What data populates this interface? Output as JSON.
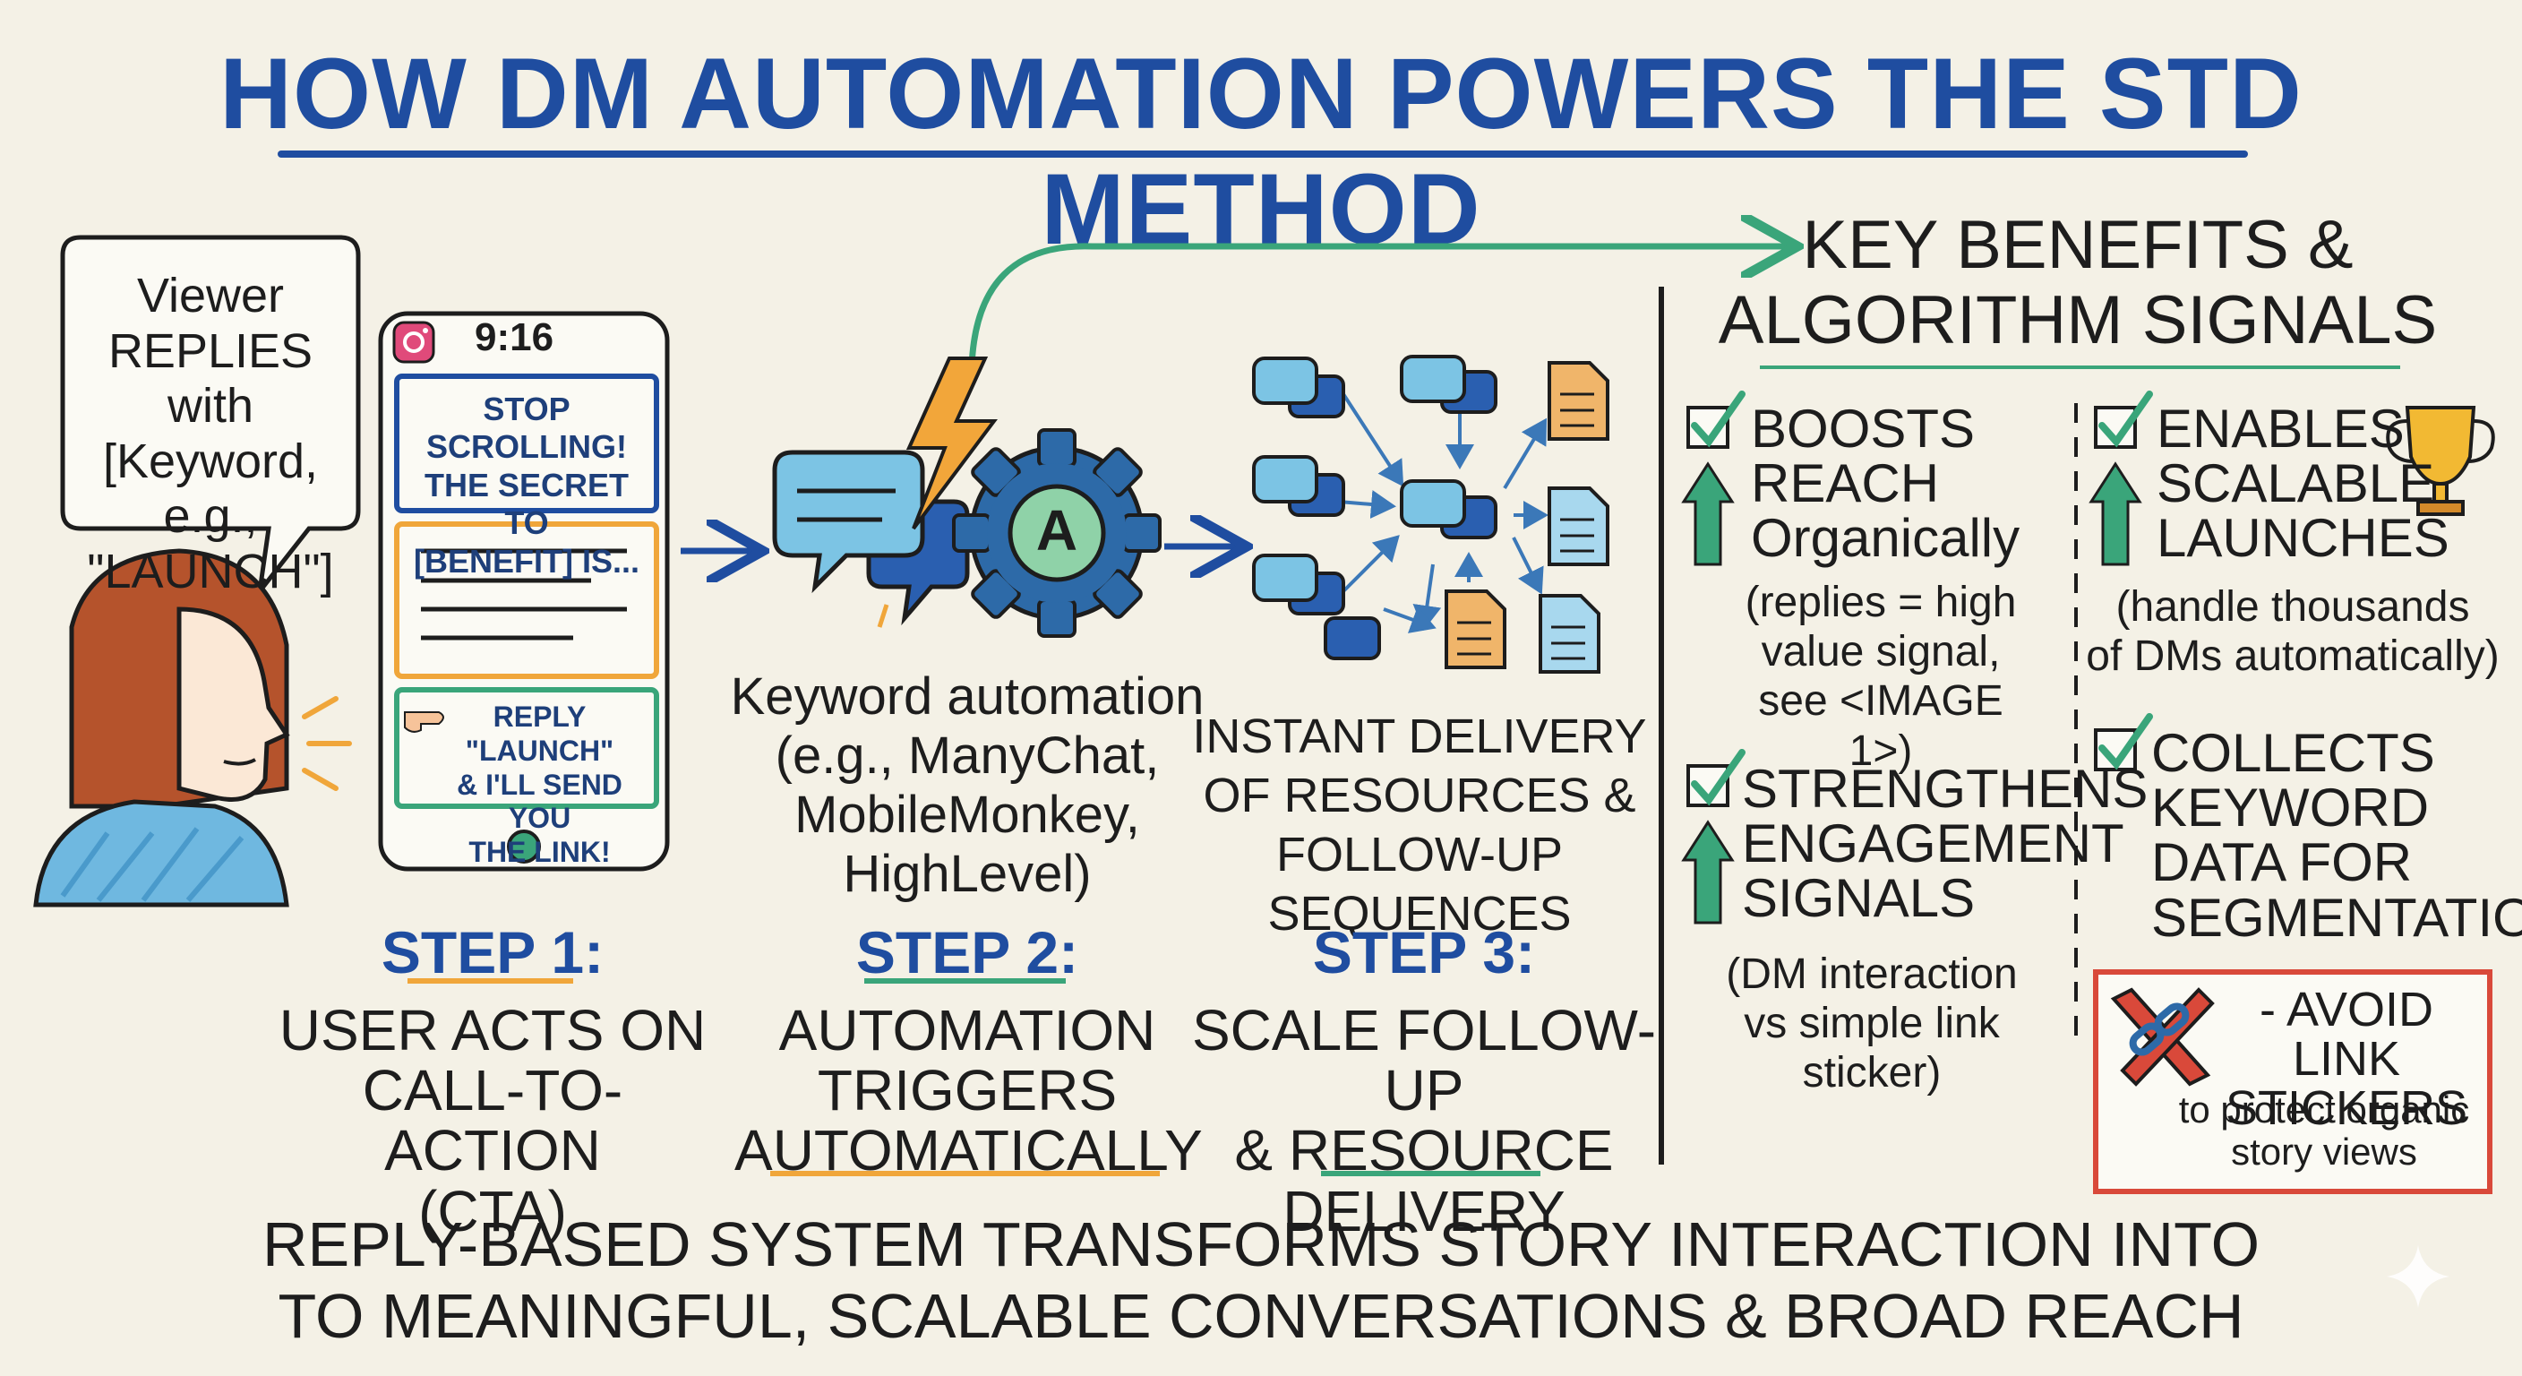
{
  "title": "HOW DM AUTOMATION POWERS THE STD METHOD",
  "viewer_bubble": {
    "line1": "Viewer",
    "line2": "REPLIES",
    "line3": "with [Keyword,",
    "line4": "e.g., \"LAUNCH\"]"
  },
  "phone": {
    "time": "9:16",
    "story_line1": "STOP SCROLLING!",
    "story_line2": "THE SECRET TO",
    "story_line3": "[BENEFIT] IS...",
    "cta_line1": "REPLY \"LAUNCH\"",
    "cta_line2": "& I'LL SEND YOU",
    "cta_line3": "THE LINK!"
  },
  "automation": {
    "gear_letter": "A",
    "line1": "Keyword automation",
    "line2": "(e.g., ManyChat,",
    "line3": "MobileMonkey,",
    "line4": "HighLevel)"
  },
  "delivery": {
    "line1": "INSTANT DELIVERY",
    "line2": "OF RESOURCES &",
    "line3": "FOLLOW-UP SEQUENCES"
  },
  "steps": [
    {
      "label": "STEP 1:",
      "line1": "USER ACTS ON",
      "line2": "CALL-TO-ACTION",
      "line3": "(CTA)"
    },
    {
      "label": "STEP 2:",
      "line1": "AUTOMATION",
      "line2": "TRIGGERS",
      "line3": "AUTOMATICALLY"
    },
    {
      "label": "STEP 3:",
      "line1": "SCALE FOLLOW-UP",
      "line2": "& RESOURCE",
      "line3": "DELIVERY"
    }
  ],
  "benefits_title": {
    "line1": "KEY BENEFITS &",
    "line2": "ALGORITHM SIGNALS"
  },
  "benefits": {
    "boosts": {
      "h1": "BOOSTS",
      "h2": "REACH",
      "h3": "Organically",
      "s1": "(replies = high",
      "s2": "value signal,",
      "s3": "see <IMAGE 1>)"
    },
    "strengthens": {
      "h1": "STRENGTHENS",
      "h2": "ENGAGEMENT",
      "h3": "SIGNALS",
      "s1": "(DM interaction",
      "s2": "vs simple link sticker)"
    },
    "enables": {
      "h1": "ENABLES",
      "h2": "SCALABLE",
      "h3": "LAUNCHES",
      "s1": "(handle thousands",
      "s2": "of DMs automatically)"
    },
    "collects": {
      "h1": "COLLECTS",
      "h2": "KEYWORD",
      "h3": "DATA FOR",
      "h4": "SEGMENTATION"
    },
    "avoid": {
      "h1": "- AVOID LINK",
      "h2": "STICKERS",
      "s1": "to protect organic",
      "s2": "story views"
    }
  },
  "footer": {
    "line1": "REPLY-BASED SYSTEM TRANSFORMS STORY INTERACTION INTO",
    "line2": "TO MEANINGFUL, SCALABLE CONVERSATIONS & BROAD REACH"
  },
  "colors": {
    "title_blue": "#1f4da0",
    "green": "#3aa57a",
    "orange": "#f0a63a",
    "red": "#d9493a",
    "light_blue": "#7cc4e4"
  }
}
